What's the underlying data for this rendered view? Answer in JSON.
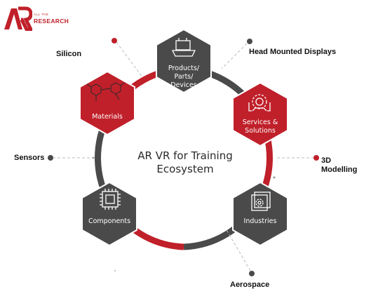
{
  "logo": {
    "mark": "AR",
    "tagline_small": "ALL THE",
    "tagline_big": "RESEARCH"
  },
  "center": {
    "title": "AR VR for Training Ecosystem"
  },
  "hexagons": [
    {
      "id": "products",
      "label": "Products/ Parts/ Devices",
      "icon": "product-box-icon",
      "color": "#4a4a4a"
    },
    {
      "id": "services",
      "label": "Services & Solutions",
      "icon": "services-gear-icon",
      "color": "#c0202a"
    },
    {
      "id": "industries",
      "label": "Industries",
      "icon": "industries-gear-icon",
      "color": "#4a4a4a"
    },
    {
      "id": "components",
      "label": "Components",
      "icon": "chip-icon",
      "color": "#4a4a4a"
    },
    {
      "id": "materials",
      "label": "Materials",
      "icon": "molecule-icon",
      "color": "#c0202a"
    }
  ],
  "outer_nodes": [
    {
      "id": "silicon",
      "label": "Silicon",
      "dot_color": "#c0202a"
    },
    {
      "id": "hmd",
      "label": "Head Mounted Displays",
      "dot_color": "#4a4a4a"
    },
    {
      "id": "modelling",
      "label": "3D Modelling",
      "dot_color": "#c0202a"
    },
    {
      "id": "aerospace",
      "label": "Aerospace",
      "dot_color": "#4a4a4a"
    },
    {
      "id": "sensors",
      "label": "Sensors",
      "dot_color": "#4a4a4a"
    }
  ],
  "colors": {
    "red": "#c0202a",
    "dark": "#4a4a4a",
    "connector": "#bbbbbb"
  }
}
